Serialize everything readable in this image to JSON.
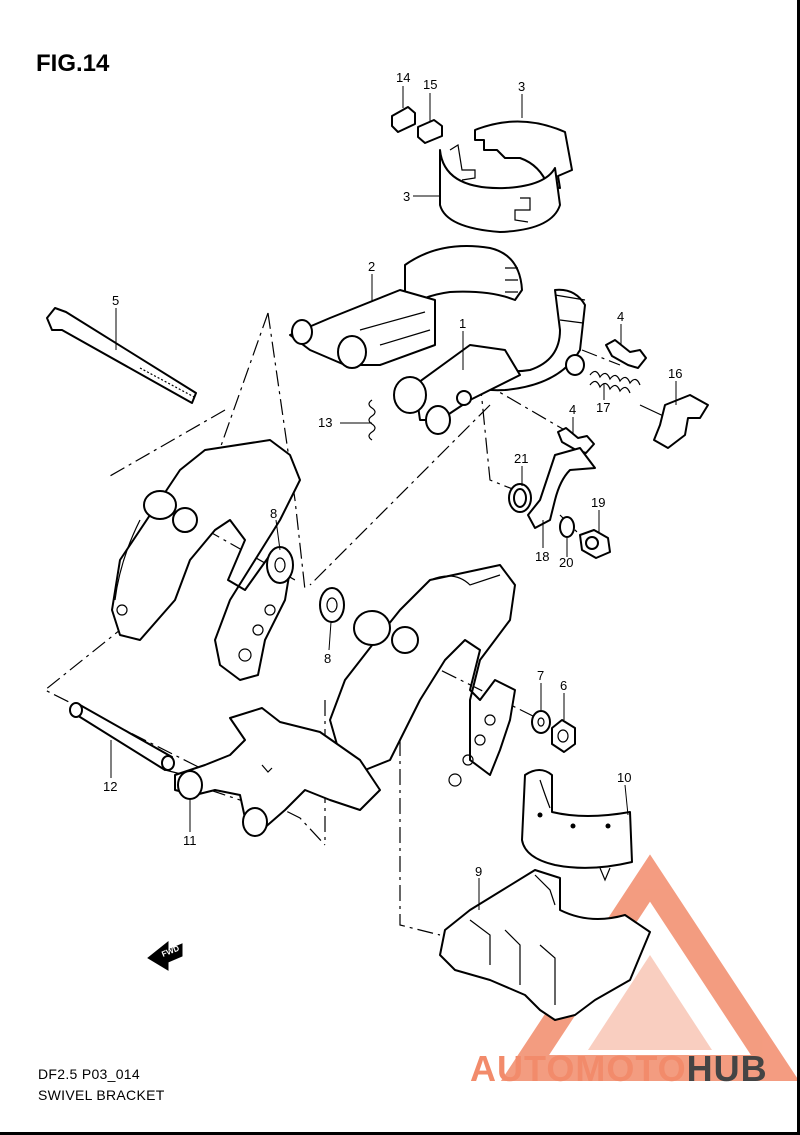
{
  "figure": {
    "title": "FIG.14",
    "code": "DF2.5 P03_014",
    "name": "SWIVEL BRACKET"
  },
  "callouts": [
    {
      "id": "c14",
      "label": "14"
    },
    {
      "id": "c15",
      "label": "15"
    },
    {
      "id": "c3a",
      "label": "3"
    },
    {
      "id": "c3b",
      "label": "3"
    },
    {
      "id": "c2",
      "label": "2"
    },
    {
      "id": "c5",
      "label": "5"
    },
    {
      "id": "c1",
      "label": "1"
    },
    {
      "id": "c4a",
      "label": "4"
    },
    {
      "id": "c16",
      "label": "16"
    },
    {
      "id": "c17",
      "label": "17"
    },
    {
      "id": "c4b",
      "label": "4"
    },
    {
      "id": "c13",
      "label": "13"
    },
    {
      "id": "c21",
      "label": "21"
    },
    {
      "id": "c19",
      "label": "19"
    },
    {
      "id": "c18",
      "label": "18"
    },
    {
      "id": "c20",
      "label": "20"
    },
    {
      "id": "c8a",
      "label": "8"
    },
    {
      "id": "c8b",
      "label": "8"
    },
    {
      "id": "c7",
      "label": "7"
    },
    {
      "id": "c6",
      "label": "6"
    },
    {
      "id": "c12",
      "label": "12"
    },
    {
      "id": "c10",
      "label": "10"
    },
    {
      "id": "c11",
      "label": "11"
    },
    {
      "id": "c9",
      "label": "9"
    }
  ],
  "fwd_marker": {
    "label": "FWD"
  },
  "watermark": {
    "part1": "AUTOMOTO",
    "part2": "HUB",
    "color_primary": "#f28b6b",
    "color_secondary": "#444444"
  }
}
